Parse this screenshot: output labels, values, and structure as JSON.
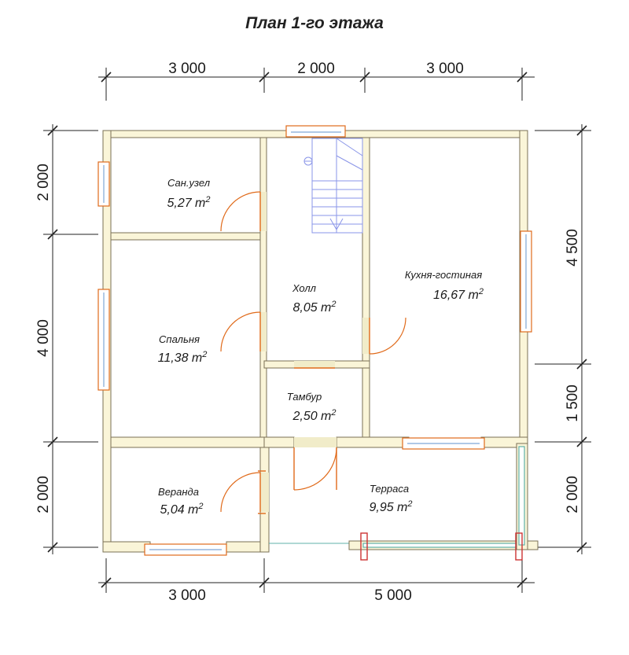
{
  "title": "План 1-го этажа",
  "dimensions": {
    "top": [
      "3 000",
      "2 000",
      "3 000"
    ],
    "bottom": [
      "3 000",
      "5 000"
    ],
    "left": [
      "2 000",
      "4 000",
      "2 000"
    ],
    "right": [
      "4 500",
      "1 500",
      "2 000"
    ]
  },
  "rooms": {
    "bath": {
      "name": "Сан.узел",
      "area": "5,27 m"
    },
    "hall": {
      "name": "Холл",
      "area": "8,05 m"
    },
    "kitchen": {
      "name": "Кухня-гостиная",
      "area": "16,67 m"
    },
    "bedroom": {
      "name": "Спальня",
      "area": "11,38 m"
    },
    "vestibule": {
      "name": "Тамбур",
      "area": "2,50 m"
    },
    "veranda": {
      "name": "Веранда",
      "area": "5,04 m"
    },
    "terrace": {
      "name": "Терраса",
      "area": "9,95 m"
    }
  },
  "area_unit_exponent": "2",
  "colors": {
    "wall_fill": "#faf5d8",
    "wall_stroke": "#7a7055",
    "door": "#e06a1a",
    "window_glass": "#7fa6d6",
    "stair": "#8a95e8",
    "terrace_rail": "#5fb0a8"
  }
}
